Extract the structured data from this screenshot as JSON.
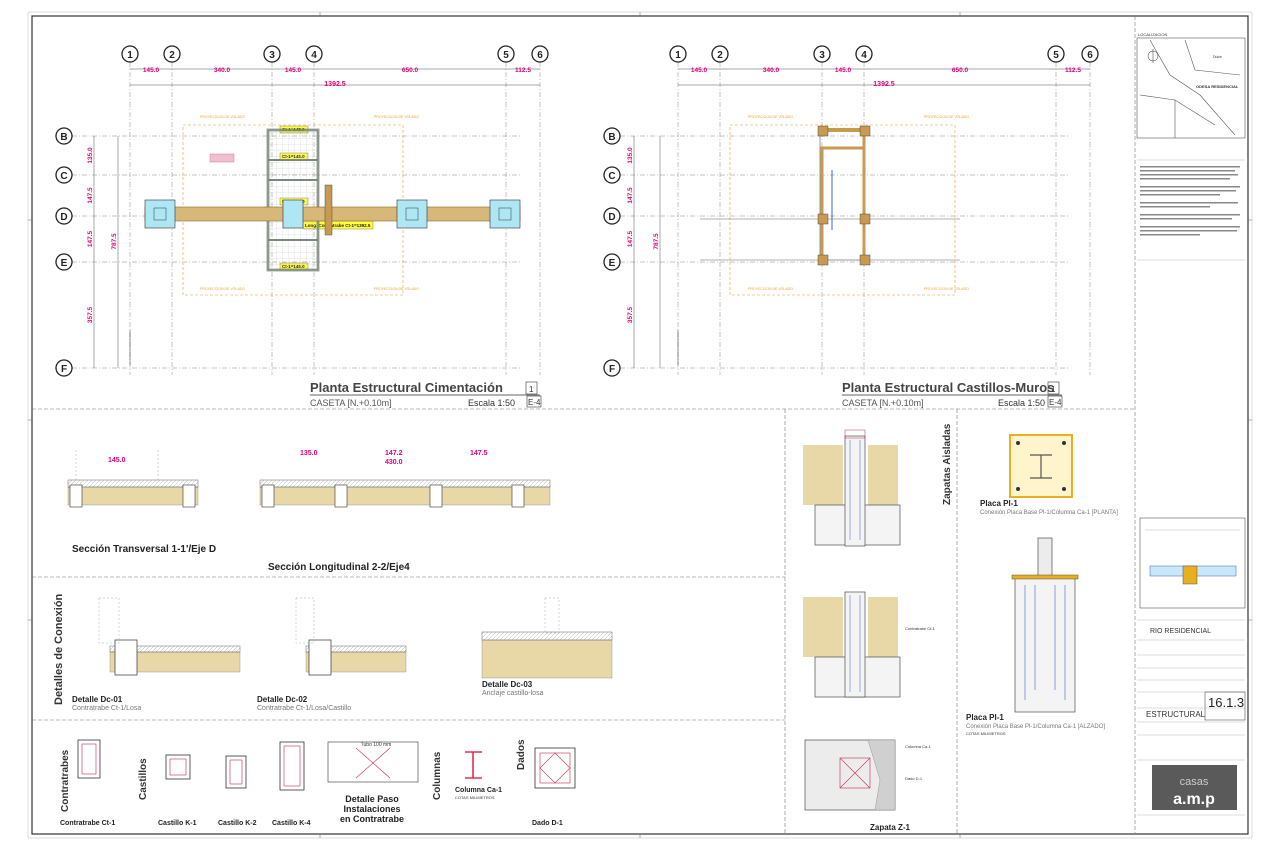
{
  "plans": [
    {
      "title": "Planta Estructural Cimentación",
      "number": "1",
      "subtitle": "CASETA [N.+0.10m]",
      "scale": "Escala 1:50",
      "sheet_ref": "E-4",
      "axes_top": [
        "1",
        "2",
        "3",
        "4",
        "5",
        "6"
      ],
      "dims_top": [
        "145.0",
        "340.0",
        "145.0",
        "650.0",
        "112.5"
      ],
      "overall": "1392.5",
      "axes_left": [
        "B",
        "C",
        "D",
        "E",
        "F"
      ],
      "dims_left": [
        "135.0",
        "147.5",
        "147.5",
        "357.5"
      ],
      "overall_left": "787.5",
      "contratrabe_label": "Long. Contratrabe Ct-1=1392.5",
      "ct_tags": [
        "Ct-1=145.0",
        "Ct-1=145.0",
        "Ct-1=145.0",
        "Ct-1=145.0"
      ],
      "projection": "PROYECCION DE VOLADO"
    },
    {
      "title": "Planta Estructural Castillos-Muros",
      "number": "1",
      "subtitle": "CASETA [N.+0.10m]",
      "scale": "Escala 1:50",
      "sheet_ref": "E-4",
      "axes_top": [
        "1",
        "2",
        "3",
        "4",
        "5",
        "6"
      ],
      "dims_top": [
        "145.0",
        "340.0",
        "145.0",
        "650.0",
        "112.5"
      ],
      "overall": "1392.5",
      "axes_left": [
        "B",
        "C",
        "D",
        "E",
        "F"
      ],
      "dims_left": [
        "135.0",
        "147.5",
        "147.5",
        "357.5"
      ],
      "overall_left": "787.5",
      "projection": "PROYECCION DE VOLADO"
    }
  ],
  "sections": {
    "transversal": "Sección Transversal 1-1'/Eje D",
    "longitudinal": "Sección Longitudinal 2-2/Eje4",
    "long_dims": [
      "135.0",
      "147.2",
      "147.5"
    ],
    "long_total": "430.0",
    "trans_dim": "145.0"
  },
  "connection_details": {
    "side_title": "Detalles de Conexión",
    "items": [
      {
        "title": "Detalle Dc-01",
        "sub": "Contratrabe Ct-1/Losa"
      },
      {
        "title": "Detalle Dc-02",
        "sub": "Contratrabe Ct-1/Losa/Castillo"
      },
      {
        "title": "Detalle Dc-03",
        "sub": "Anclaje castillo-losa"
      }
    ]
  },
  "elements": {
    "contratrabes_title": "Contratrabes",
    "castillos_title": "Castillos",
    "columnas_title": "Columnas",
    "dados_title": "Dados",
    "ct1": "Contratrabe Ct-1",
    "k1": "Castillo K-1",
    "k2": "Castillo K-2",
    "k4": "Castillo K-4",
    "paso_line1": "Detalle Paso",
    "paso_line2": "Instalaciones",
    "paso_line3": "en Contratrabe",
    "tubo": "Tubo 100 mm",
    "columna": "Columna Ca-1",
    "columna_note": "COTAS MILIMETROS",
    "dado": "Dado D-1"
  },
  "zapatas": {
    "side_title": "Zapatas Aisladas",
    "z1": "Zapata Z-1",
    "label_col": "Columna Ca-1",
    "label_ct": "Contratrabe Ct-1",
    "label_dado": "Dado D-1"
  },
  "placa": {
    "plan_title": "Placa Pl-1",
    "plan_sub": "Conexión Placa Base Pl-1/Columna Ca-1 [PLANTA]",
    "elev_title": "Placa Pl-1",
    "elev_sub": "Conexión Placa Base Pl-1/Columna Ca-1 [ALZADO]",
    "elev_note": "COTAS MILIMETROS"
  },
  "title_block": {
    "localizacion": "LOCALIZACION",
    "map_label": "ODESA RESIDENCIAL",
    "map_street": "Dulce",
    "project": "RIO RESIDENCIAL",
    "sheet_type": "ESTRUCTURAL",
    "sheet_number": "16.1.3",
    "logo_top": "casas",
    "logo_bottom": "a.m.p"
  },
  "colors": {
    "axis_magenta": "#e0007a",
    "orange": "#e8a030",
    "blue": "#4060d0",
    "cyan": "#60d8f0",
    "soil": "#e8d8a8",
    "wall": "#c89a50"
  }
}
